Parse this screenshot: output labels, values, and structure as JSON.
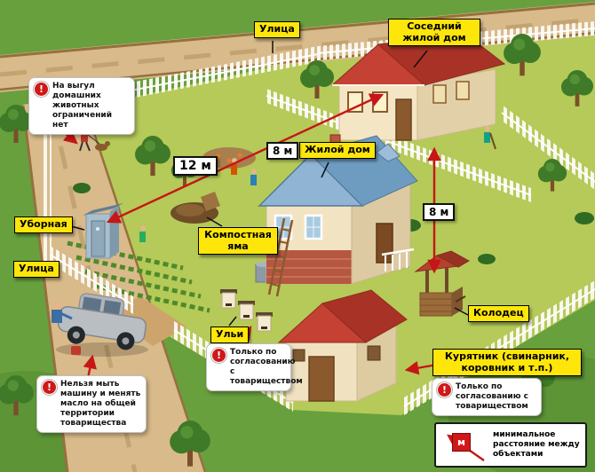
{
  "labels": {
    "street_top": "Улица",
    "street_left": "Улица",
    "neighbor_house": "Соседний жилой дом",
    "main_house": "Жилой дом",
    "outhouse": "Уборная",
    "compost_pit": "Компостная яма",
    "beehives": "Ульи",
    "well": "Колодец",
    "coop": "Курятник (свинарник, коровник и т.п.)"
  },
  "distances": {
    "outhouse_to_neighbor_house": "12 м",
    "house_to_neighbor_house": "8 м",
    "neighbor_house_to_well": "8 м"
  },
  "notes": {
    "pets": "На выгул домашних животных ограничений нет",
    "car_wash": "Нельзя мыть машину и менять масло на общей территории товарищества",
    "beehives_approval": "Только по согласованию с товариществом",
    "coop_approval": "Только по согласованию с товариществом"
  },
  "icons": {
    "warning": "!"
  },
  "legend": {
    "unit": "м",
    "description": "минимальное расстояние между объектами"
  },
  "colors": {
    "label_bg": "#ffe60a",
    "arrow_red": "#c61616",
    "warning_red": "#d01818",
    "grass_outer": "#67a03d",
    "grass_plot": "#b5ca58",
    "road_tan": "#d9ba8a"
  }
}
